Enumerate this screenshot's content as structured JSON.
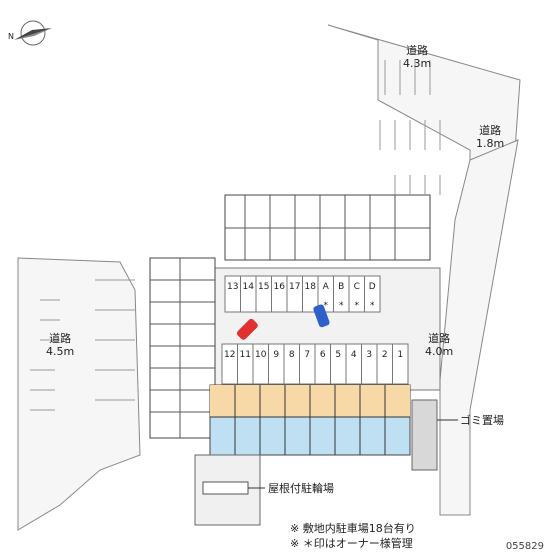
{
  "roads": {
    "top": {
      "name": "道路",
      "width": "4.3m"
    },
    "right_upper": {
      "name": "道路",
      "width": "1.8m"
    },
    "right": {
      "name": "道路",
      "width": "4.0m"
    },
    "left": {
      "name": "道路",
      "width": "4.5m"
    }
  },
  "facilities": {
    "garbage": "ゴミ置場",
    "bicycle": "屋根付駐輪場"
  },
  "parking_row_top": [
    "13",
    "14",
    "15",
    "16",
    "17",
    "18",
    "A",
    "B",
    "C",
    "D"
  ],
  "parking_row_bottom": [
    "12",
    "11",
    "10",
    "9",
    "8",
    "7",
    "6",
    "5",
    "4",
    "3",
    "2",
    "1"
  ],
  "notes": {
    "line1": "※ 敷地内駐車場18台有り",
    "line2": "※ ＊印はオーナー様管理"
  },
  "map_code": "055829",
  "compass": {
    "label": "N",
    "icon": "compass-icon"
  },
  "colors": {
    "highlight": "#f7d9a8",
    "blue": "#bfe0f2",
    "parking_bg": "#f2f2f2",
    "building": "#555",
    "road": "#ffffff",
    "grass": "#e0e0e0",
    "car_red": "#e03030",
    "car_blue": "#2f5fc8"
  }
}
